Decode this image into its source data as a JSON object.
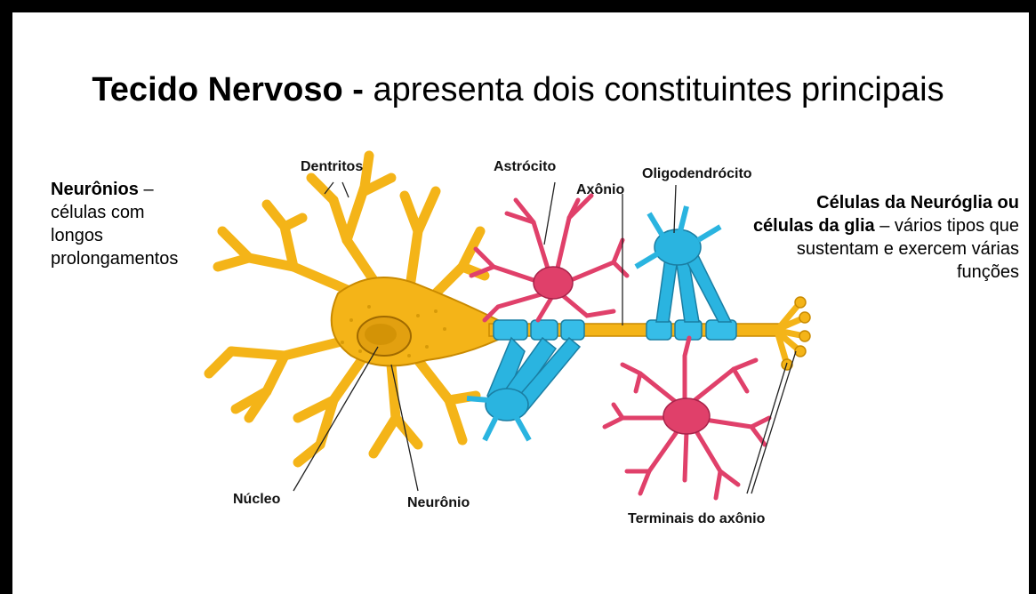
{
  "title": {
    "bold": "Tecido Nervoso -",
    "rest": "apresenta dois constituintes principais"
  },
  "neuronios": {
    "term": "Neurônios",
    "dash": "–",
    "desc": "células com longos prolongamentos"
  },
  "glia": {
    "term": "Células da Neuróglia ou células da glia",
    "dash": "–",
    "desc": "vários tipos que sustentam e exercem várias funções"
  },
  "labels": {
    "dentritos": "Dentritos",
    "astrocito": "Astrócito",
    "axonio": "Axônio",
    "oligodendrocito": "Oligodendrócito",
    "nucleo": "Núcleo",
    "neuronio": "Neurônio",
    "terminais": "Terminais do axônio"
  },
  "colors": {
    "neuron": "#f4b418",
    "neuron_outline": "#c98a00",
    "astrocyte": "#e0406a",
    "oligodendrocyte": "#2ab4e0",
    "myelin": "#36bde8"
  }
}
